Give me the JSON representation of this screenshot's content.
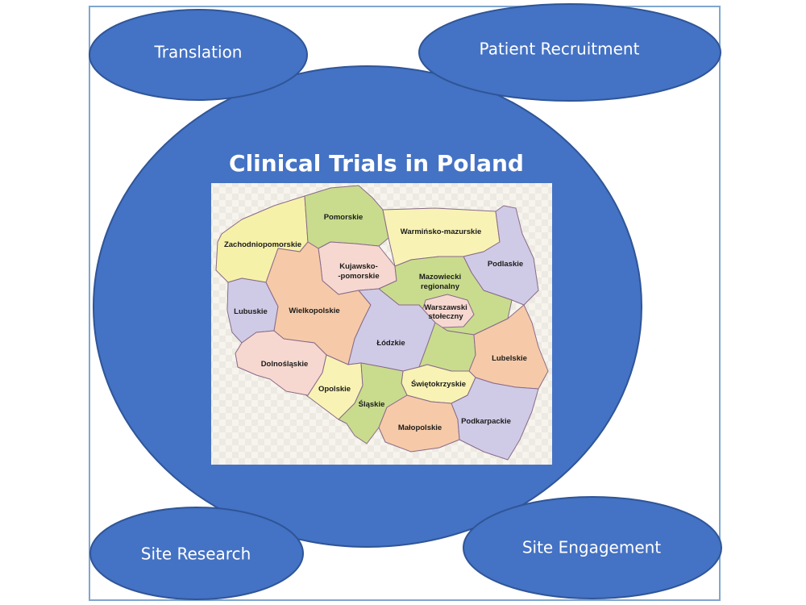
{
  "title": "Clinical Trials in Poland",
  "ovals": {
    "translation": "Translation",
    "patient_recruitment": "Patient Recruitment",
    "site_research": "Site Research",
    "site_engagement": "Site Engagement"
  },
  "colors": {
    "oval_fill": "#4472c4",
    "oval_stroke": "#2f5597",
    "frame": "#7fa6cf",
    "map_background": "#f4f0e4"
  },
  "map": {
    "regions": {
      "pomorskie": "Pomorskie",
      "warminsko_mazurskie": "Warmińsko-mazurskie",
      "zachodniopomorskie": "Zachodniopomorskie",
      "podlaskie": "Podlaskie",
      "kujawsko_1": "Kujawsko-",
      "kujawsko_2": "-pomorskie",
      "mazowiecki_1": "Mazowiecki",
      "mazowiecki_2": "regionalny",
      "lubuskie": "Lubuskie",
      "wielkopolskie": "Wielkopolskie",
      "warszawski_1": "Warszawski",
      "warszawski_2": "stołeczny",
      "lodzkie": "Łódzkie",
      "lubelskie": "Lubelskie",
      "dolnoslaskie": "Dolnośląskie",
      "swietokrzyskie": "Świętokrzyskie",
      "opolskie": "Opolskie",
      "slaskie": "Śląskie",
      "malopolskie": "Małopolskie",
      "podkarpackie": "Podkarpackie"
    }
  }
}
